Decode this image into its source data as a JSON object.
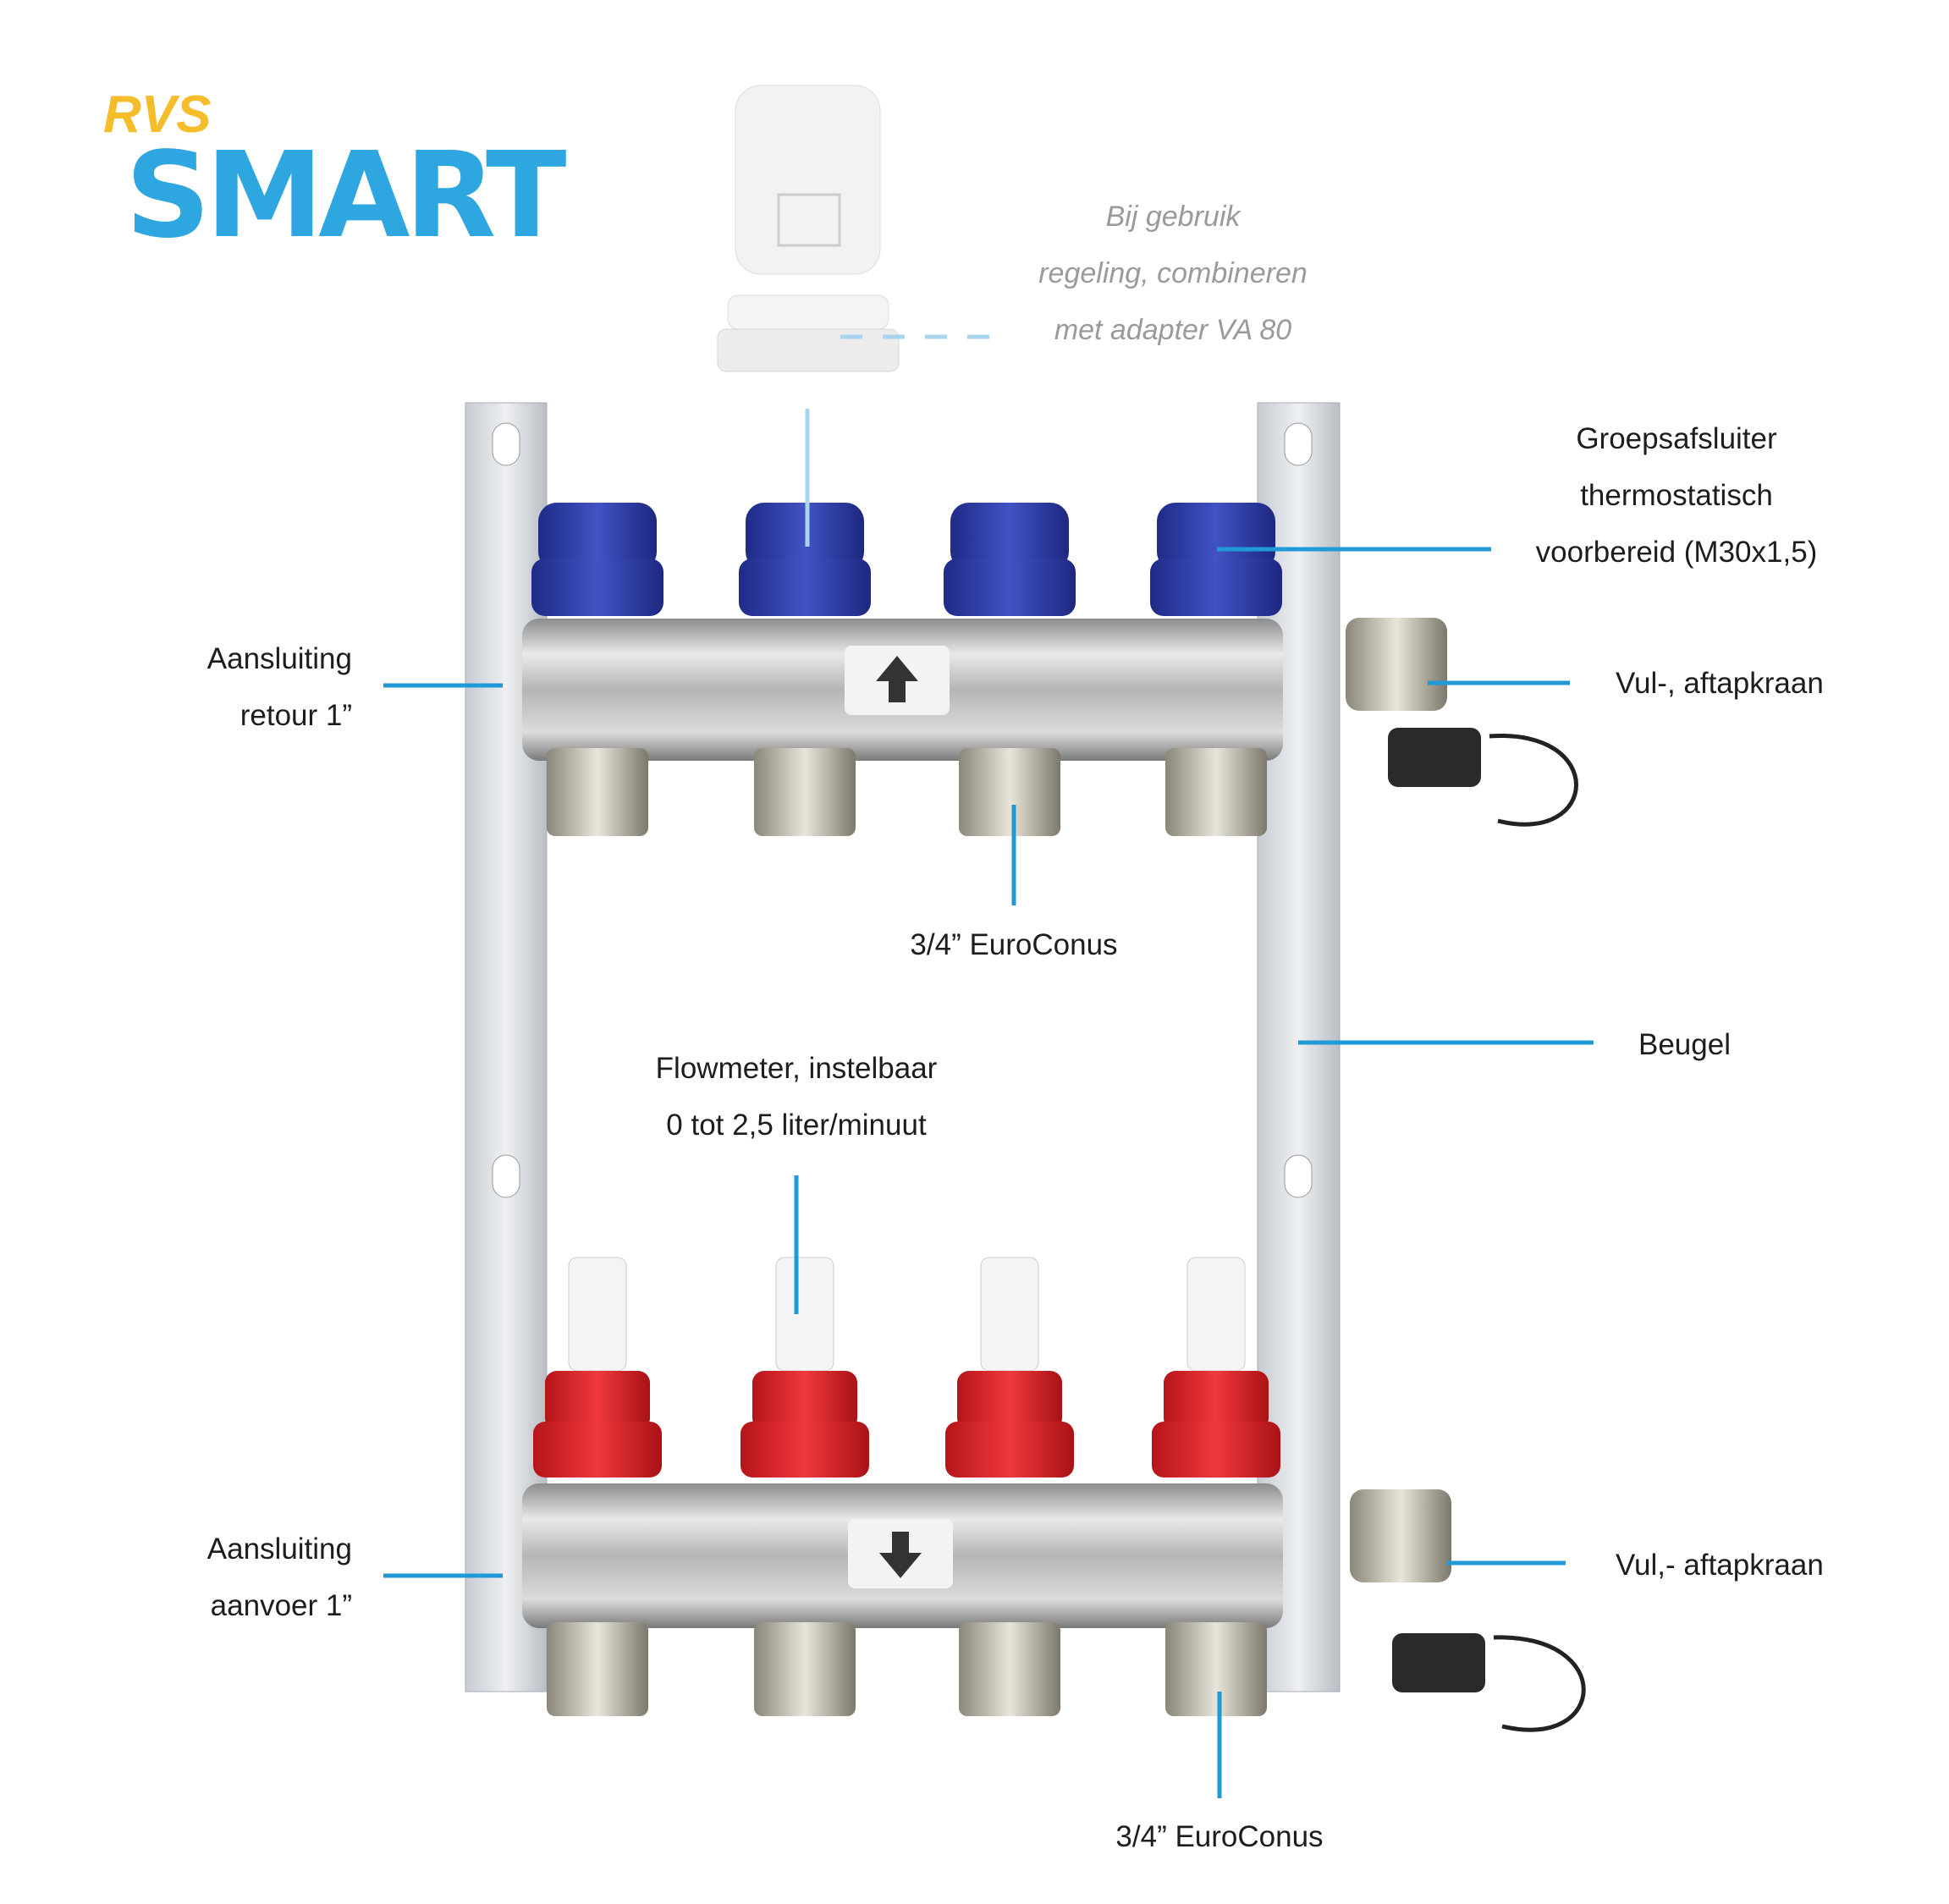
{
  "logo": {
    "line1": "RVS",
    "line2": "SMART",
    "colors": {
      "rvs": "#f6bd2b",
      "smart": "#2ea6e0"
    }
  },
  "note": {
    "lines": [
      "Bij gebruik",
      "regeling, combineren",
      "met adapter VA 80"
    ]
  },
  "labels": {
    "groepsafsluiter": [
      "Groepsafsluiter",
      "thermostatisch",
      "voorbereid (M30x1,5)"
    ],
    "retour": [
      "Aansluiting",
      "retour 1”"
    ],
    "vul_top": "Vul-, aftapkraan",
    "euroconus_top": "3/4” EuroConus",
    "beugel": "Beugel",
    "flowmeter": [
      "Flowmeter, instelbaar",
      "0 tot 2,5 liter/minuut"
    ],
    "aanvoer": [
      "Aansluiting",
      "aanvoer 1”"
    ],
    "vul_bottom": "Vul,- aftapkraan",
    "euroconus_bottom": "3/4” EuroConus"
  },
  "colors": {
    "callout": "#1f9ad6",
    "cap_blue": "#2f3fa8",
    "cap_red": "#e0262b"
  }
}
